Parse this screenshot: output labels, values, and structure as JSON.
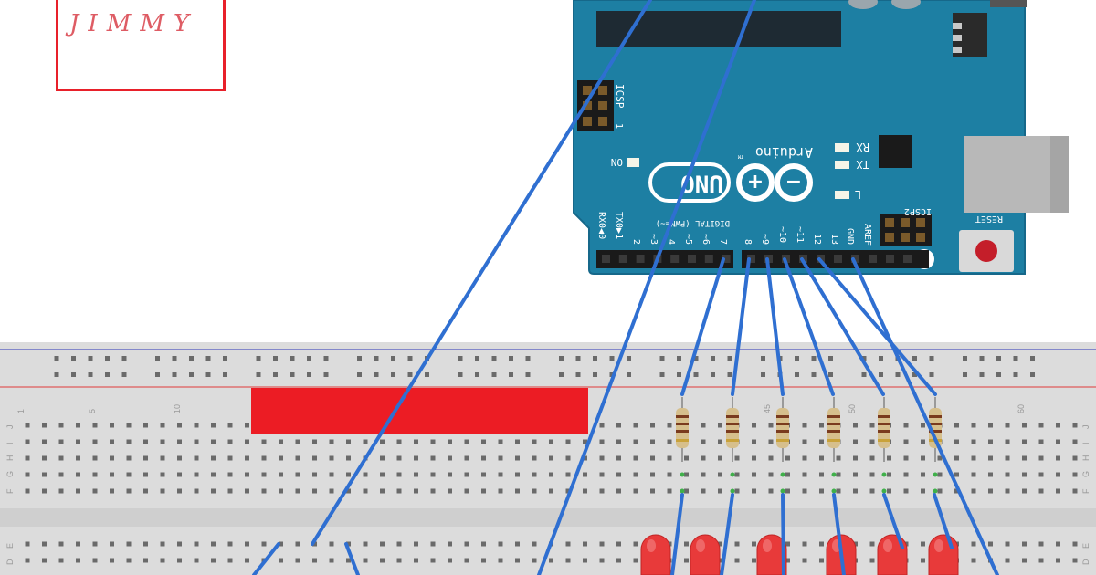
{
  "signature": {
    "text": "JIMMY"
  },
  "arduino": {
    "brand": "Arduino",
    "tm": "TM",
    "model": "UNO",
    "on_label": "ON",
    "icsp_label": "ICSP",
    "icsp_pin1": "1",
    "icsp2_label": "ICSP2",
    "rx_label": "RX",
    "tx_label": "TX",
    "l_label": "L",
    "reset_label": "RESET",
    "digital_label": "DIGITAL (PWM=~)",
    "aref_label": "AREF",
    "gnd_label": "GND",
    "pin_labels": [
      "RX0◀0",
      "TX0▶1",
      "2",
      "~3",
      "4",
      "~5",
      "~6",
      "7",
      "8",
      "~9",
      "~10",
      "~11",
      "12",
      "13"
    ]
  },
  "breadboard": {
    "col_numbers": [
      "1",
      "5",
      "10",
      "45",
      "50",
      "60"
    ],
    "row_letters_top": [
      "J",
      "I",
      "H",
      "G",
      "F"
    ],
    "row_letters_bottom": [
      "E",
      "D"
    ]
  },
  "colors": {
    "board_teal": "#1d7fa3",
    "wire_blue": "#2f6fd1",
    "led_red": "#e83a3a",
    "sticker_red": "#ec1c24",
    "breadboard_gray": "#dcdcdc"
  }
}
